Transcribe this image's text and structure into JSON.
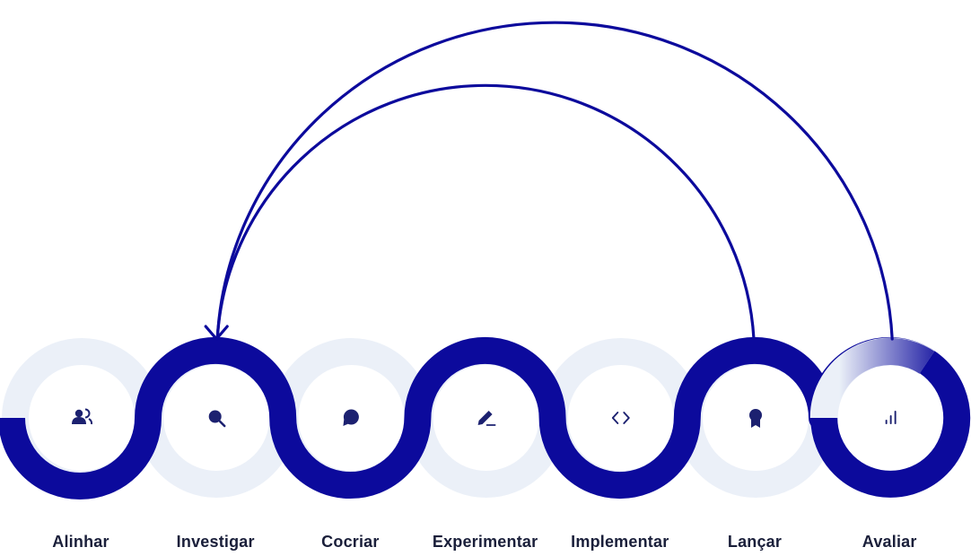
{
  "colors": {
    "primary": "#0c0a9c",
    "ring_light": "#ebf0f8",
    "label": "#1a1f3a",
    "icon": "#1c2170"
  },
  "steps": [
    {
      "label": "Alinhar",
      "icon": "users-icon"
    },
    {
      "label": "Investigar",
      "icon": "search-icon"
    },
    {
      "label": "Cocriar",
      "icon": "chat-bubble-icon"
    },
    {
      "label": "Experimentar",
      "icon": "pencil-icon"
    },
    {
      "label": "Implementar",
      "icon": "code-icon"
    },
    {
      "label": "Lançar",
      "icon": "award-icon"
    },
    {
      "label": "Avaliar",
      "icon": "bar-chart-icon"
    }
  ],
  "feedback_loops": [
    {
      "from": "Lançar",
      "to": "Investigar"
    },
    {
      "from": "Avaliar",
      "to": "Investigar"
    }
  ]
}
